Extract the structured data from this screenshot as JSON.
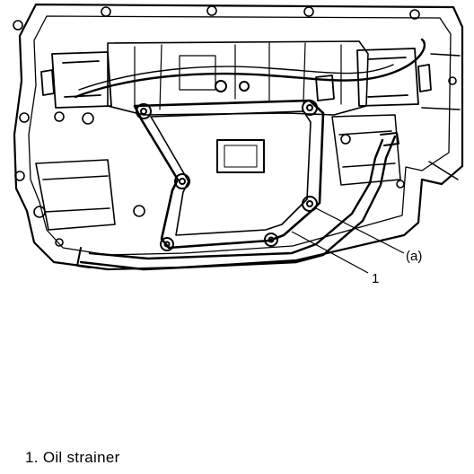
{
  "callouts": {
    "a": "(a)",
    "one": "1"
  },
  "legend": {
    "number": "1.",
    "text": "Oil strainer"
  }
}
